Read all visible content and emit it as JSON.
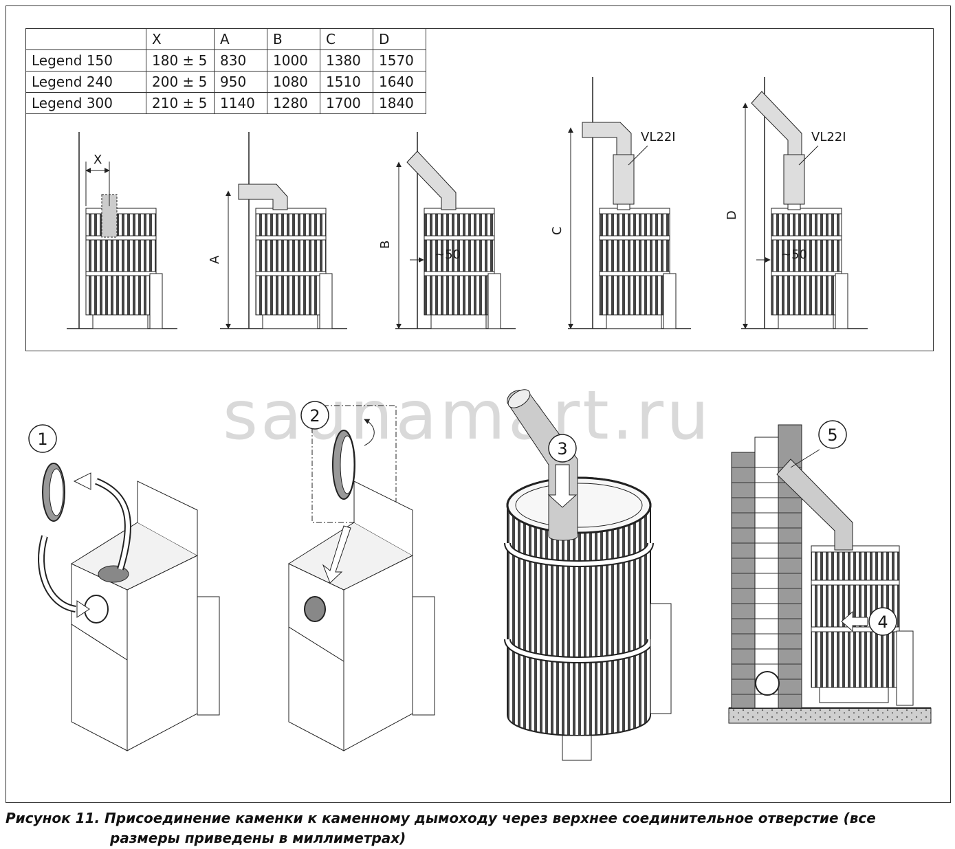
{
  "table": {
    "headers": [
      "",
      "X",
      "A",
      "B",
      "C",
      "D"
    ],
    "rows": [
      [
        "Legend 150",
        "180 ± 5",
        "830",
        "1000",
        "1380",
        "1570"
      ],
      [
        "Legend 240",
        "200 ± 5",
        "950",
        "1080",
        "1510",
        "1640"
      ],
      [
        "Legend 300",
        "210 ± 5",
        "1140",
        "1280",
        "1700",
        "1840"
      ]
    ]
  },
  "dims": {
    "x": "X",
    "a": "A",
    "b": "B",
    "c": "C",
    "d": "D",
    "gap_b": "~50",
    "gap_d": "~50",
    "part_c": "VL22I",
    "part_d": "VL22I"
  },
  "steps": [
    "1",
    "2",
    "3",
    "4",
    "5"
  ],
  "watermark": "saunamart.ru",
  "caption": {
    "line1": "Рисунок 11. Присоединение каменки к каменному дымоходу через верхнее соединительное отверстие (все",
    "line2": "размеры приведены в миллиметрах)"
  }
}
